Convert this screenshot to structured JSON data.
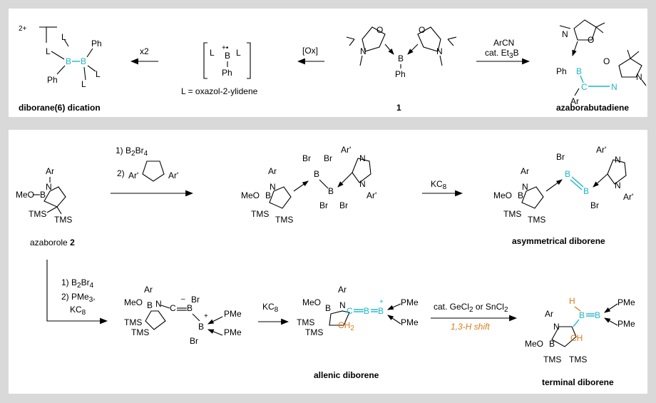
{
  "top": {
    "charge": "2+",
    "L": "L",
    "Ph": "Ph",
    "B": "B",
    "x2": "x2",
    "ox": "[Ox]",
    "radical_cation_charge": "+•",
    "L_def": "L = oxazol-2-ylidene",
    "O": "O",
    "N": "N",
    "C": "C",
    "compound_1": "1",
    "arcn": "ArCN",
    "cat_et3b": "cat. Et",
    "et3b_tail": "B",
    "sub3": "3",
    "dication_label": "diborane(6) dication",
    "aza_label": "azaborabutadiene",
    "Ar": "Ar"
  },
  "bottom": {
    "step1": "1) B",
    "step1_b": "Br",
    "sub2": "2",
    "sub4": "4",
    "step2": "2)",
    "Ar": "Ar",
    "Ar_prime": "Ar'",
    "N": "N",
    "B": "B",
    "MeO": "MeO",
    "TMS": "TMS",
    "Br": "Br",
    "azaborole_label": "azaborole",
    "azaborole_num": "2",
    "kc8": "KC",
    "sub8": "8",
    "asym_label": "asymmetrical diborene",
    "step2b": "2) PMe",
    "step2b_sub": "3",
    "step2b_comma": ",",
    "step3": "KC",
    "PMe3": "PMe",
    "C": "C",
    "CH2": "CH",
    "minus": "–",
    "plus": "+",
    "allenic_label": "allenic diborene",
    "cat_ge": "cat. GeCl",
    "or_sn": " or SnCl",
    "shift": "1,3-H shift",
    "H": "H",
    "CH": "CH",
    "terminal_label": "terminal diborene"
  },
  "colors": {
    "cyan": "#1ab6c9",
    "orange": "#e07a1a",
    "panel": "#ffffff",
    "frame": "#d9d9d9"
  }
}
